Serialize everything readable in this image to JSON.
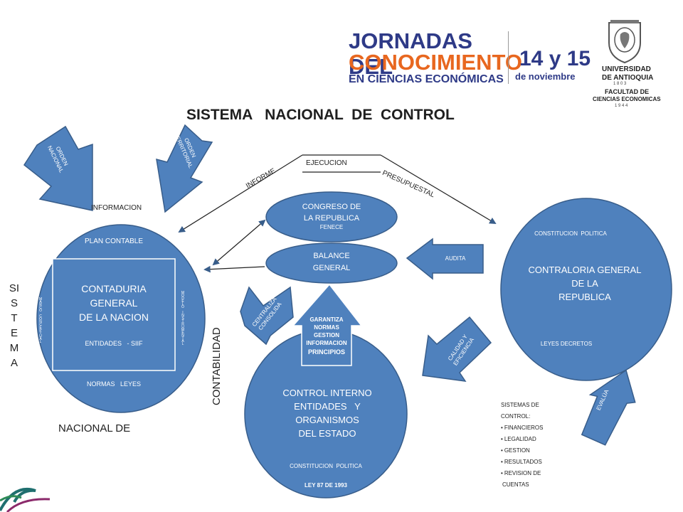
{
  "header": {
    "line1": "JORNADAS DEL",
    "line2": "CONOCIMIENTO",
    "line3": "EN CIENCIAS ECONÓMICAS",
    "date_big": "14 y 15",
    "date_small": "de noviembre",
    "university_line1": "UNIVERSIDAD",
    "university_line2": "DE ANTIOQUIA",
    "university_year1": "1 8 0 3",
    "faculty_line1": "FACULTAD DE",
    "faculty_line2": "CIENCIAS ECONOMICAS",
    "faculty_year": "1 9 4 4"
  },
  "title": "SISTEMA   NACIONAL  DE  CONTROL",
  "left_vertical": "SI S T E M A",
  "nacional_de": "NACIONAL DE",
  "contabilidad": "CONTABILIDAD",
  "informacion": "INFORMACION",
  "arrows": {
    "orden_nacional": "ORDEN NACIONAL",
    "orden_territorial": "ORDEN TERRITORIAL",
    "audita": "AUDITA",
    "centraliza": "CENTRALIZA CONSOLIDA",
    "calidad": "CALIDAD Y EFICIENCIA",
    "evalua": "EVALÚA",
    "garantiza": [
      "GARANTIZA",
      "NORMAS",
      "GESTION",
      "INFORMACION",
      "PRINCIPIOS"
    ]
  },
  "flow": {
    "ejecucion": "EJECUCION",
    "informe": "INFORME",
    "presupuestal": "PRESUPUESTAL"
  },
  "contaduria": {
    "plan": "PLAN CONTABLE",
    "title1": "CONTADURIA",
    "title2": "GENERAL",
    "title3": "DE LA NACION",
    "entidades": "ENTIDADES   - SIIF",
    "normas": "NORMAS   LEYES",
    "marco": "MARCO CONCEPTUAL",
    "modelo": "MODELO INSTRUMENTAL"
  },
  "congreso": {
    "line1": "CONGRESO DE",
    "line2": "LA REPUBLICA",
    "line3": "FENECE"
  },
  "balance": {
    "line1": "BALANCE",
    "line2": "GENERAL"
  },
  "contraloria": {
    "constitucion": "CONSTITUCION  POLITICA",
    "title1": "CONTRALORIA GENERAL",
    "title2": "DE LA",
    "title3": "REPUBLICA",
    "leyes": "LEYES DECRETOS"
  },
  "control_interno": {
    "title1": "CONTROL INTERNO",
    "title2": "ENTIDADES   Y",
    "title3": "ORGANISMOS",
    "title4": "DEL ESTADO",
    "constitucion": "CONSTITUCION  POLITICA",
    "ley": "LEY 87 DE 1993"
  },
  "sistemas": {
    "heading1": "SISTEMAS DE",
    "heading2": "CONTROL:",
    "items": [
      "FINANCIEROS",
      "LEGALIDAD",
      "GESTION",
      "RESULTADOS",
      "REVISION DE"
    ],
    "tail": "CUENTAS"
  },
  "colors": {
    "blue": "#4f81bd",
    "blue_stroke": "#385d8a",
    "navy": "#2e3a87",
    "orange": "#e8671f",
    "teal": "#1f6f6f"
  }
}
